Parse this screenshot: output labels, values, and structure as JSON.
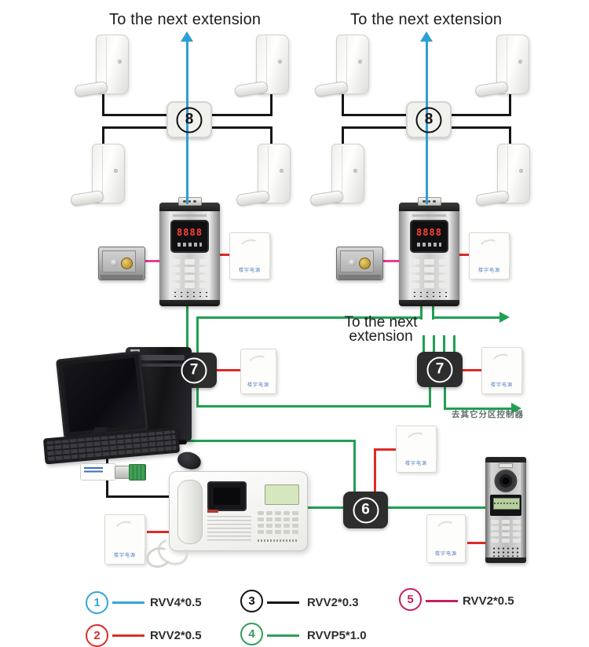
{
  "texts": {
    "to_next_extension_top_left": "To the next extension",
    "to_next_extension_top_right": "To the next extension",
    "to_next_mid_line1": "To the next",
    "to_next_mid_line2": "extension",
    "to_other_zone_controllers": "去其它分区控制器"
  },
  "hubs": {
    "hub8": "8",
    "hub7": "7",
    "hub6": "6"
  },
  "devices": {
    "door_panel_display": "8888",
    "psu_label": "楼宇电源"
  },
  "colors": {
    "cyan": "#2e9fd4",
    "green": "#21a052",
    "red": "#e02a24",
    "pink": "#ea3a92",
    "black_wire": "#161616"
  },
  "legend": {
    "items": [
      {
        "num": "1",
        "label": "RVV4*0.5",
        "color": "#35a7d8"
      },
      {
        "num": "2",
        "label": "RVV2*0.5",
        "color": "#d8302c"
      },
      {
        "num": "3",
        "label": "RVV2*0.3",
        "color": "#141414"
      },
      {
        "num": "4",
        "label": "RVVP5*1.0",
        "color": "#2f9e58"
      },
      {
        "num": "5",
        "label": "RVV2*0.5",
        "color": "#c21f63"
      }
    ]
  }
}
